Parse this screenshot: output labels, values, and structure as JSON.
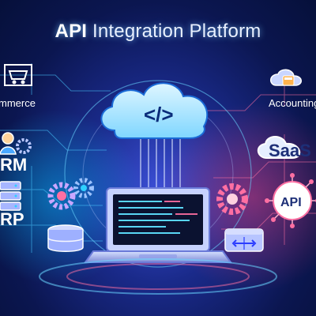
{
  "title": {
    "lead": "API",
    "rest": "Integration Platform"
  },
  "labels": {
    "commerce": "mmerce",
    "crm": "RM",
    "erp": "RP",
    "accounting": "Accounting",
    "saas": "SaaS",
    "api": "API"
  },
  "cloud_symbol": "</>",
  "colors": {
    "blue_glow": "#2fd0ff",
    "pink_glow": "#ff4f86",
    "panel": "#223a8f"
  }
}
